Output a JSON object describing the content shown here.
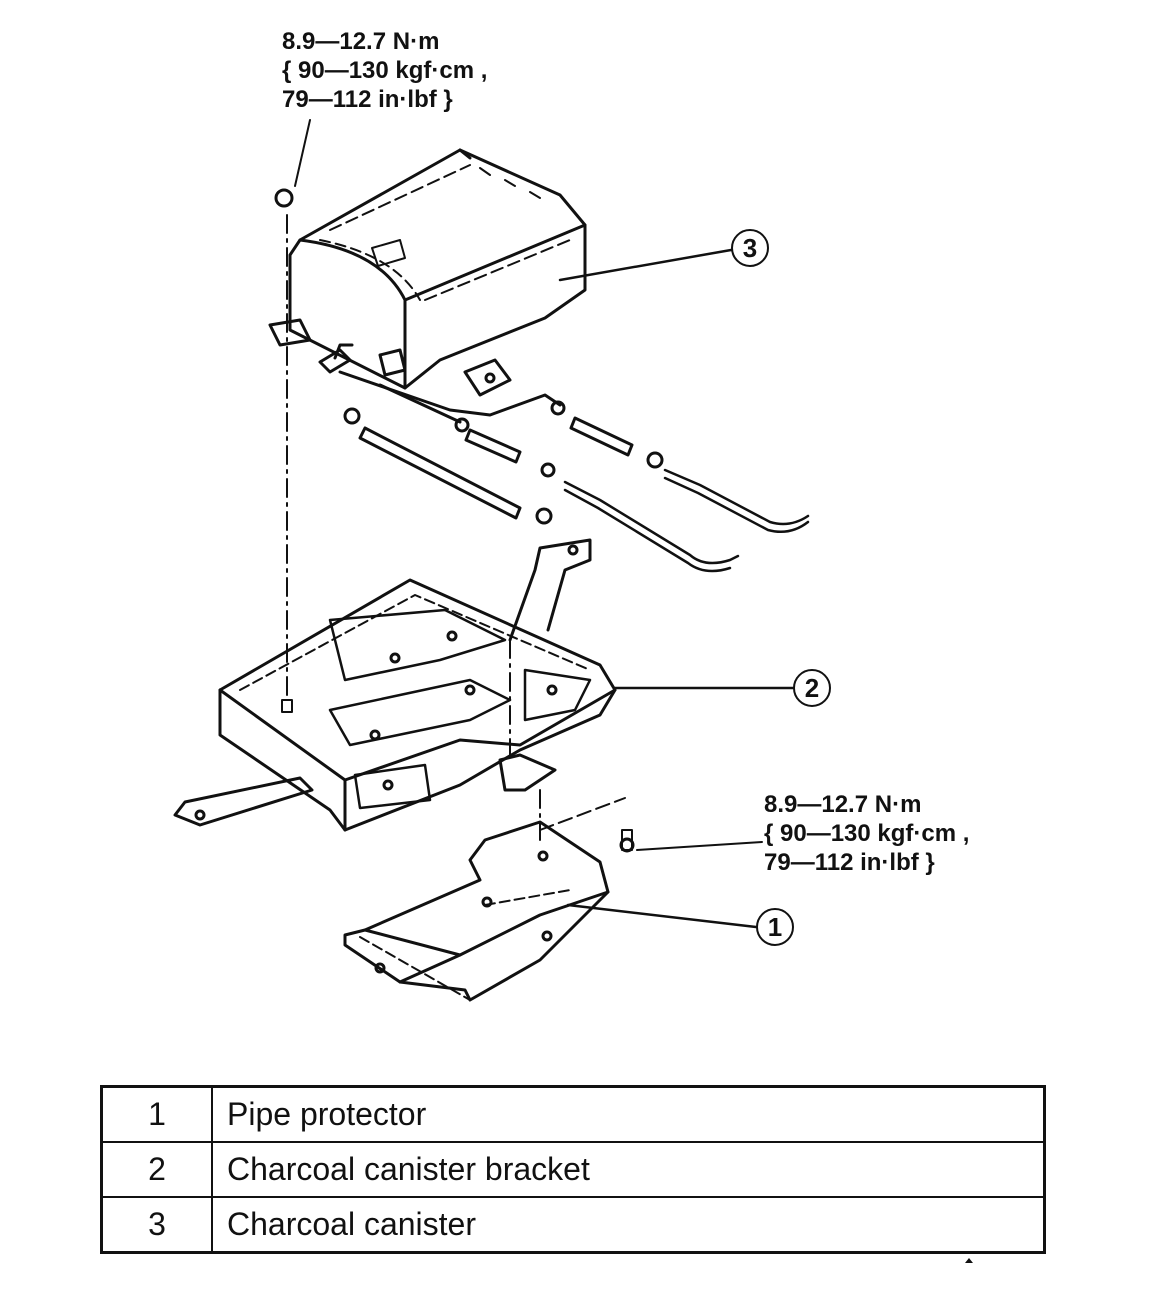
{
  "torque_specs": {
    "top": {
      "line1": "8.9—12.7 N·m",
      "line2": "{ 90—130 kgf·cm ,",
      "line3": "79—112 in·lbf }"
    },
    "bottom": {
      "line1": "8.9—12.7 N·m",
      "line2": "{ 90—130 kgf·cm ,",
      "line3": "79—112 in·lbf }"
    }
  },
  "callouts": {
    "part3": "3",
    "part2": "2",
    "part1": "1"
  },
  "parts_table": {
    "rows": [
      {
        "number": "1",
        "name": "Pipe protector"
      },
      {
        "number": "2",
        "name": "Charcoal canister bracket"
      },
      {
        "number": "3",
        "name": "Charcoal canister"
      }
    ]
  }
}
